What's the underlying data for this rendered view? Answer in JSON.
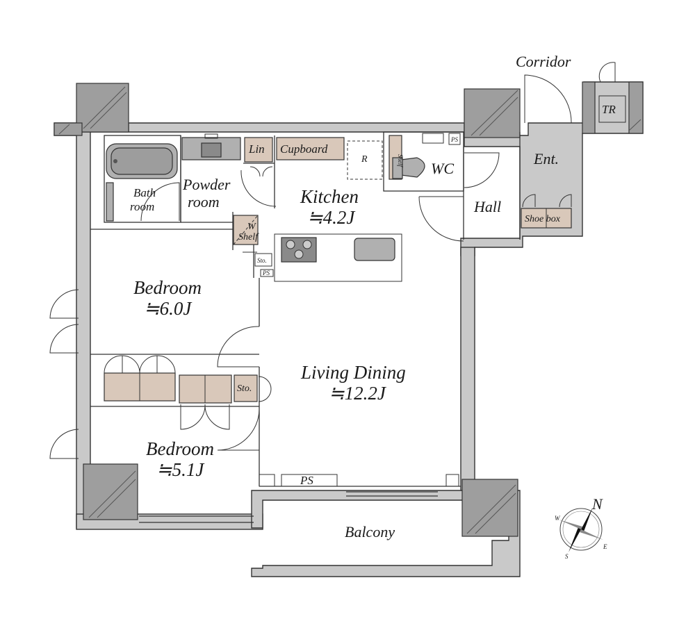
{
  "rooms": {
    "corridor": "Corridor",
    "tr": "TR",
    "ent": "Ent.",
    "hall": "Hall",
    "wc": "WC",
    "kitchen": "Kitchen",
    "kitchen_size": "≒4.2J",
    "r": "R",
    "cupboard": "Cupboard",
    "lin": "Lin",
    "shelf_wc": "Shelf",
    "bath_line1": "Bath",
    "bath_line2": "room",
    "powder_line1": "Powder",
    "powder_line2": "room",
    "w_shelf_w": "W",
    "w_shelf_shelf": "Shelf",
    "sto_kitchen": "Sto.",
    "ps_small": "PS",
    "ps_kitchen": "PS",
    "bedroom1": "Bedroom",
    "bedroom1_size": "≒6.0J",
    "bedroom2": "Bedroom",
    "bedroom2_size": "≒5.1J",
    "sto_bed": "Sto.",
    "living": "Living Dining",
    "living_size": "≒12.2J",
    "ps_living": "PS",
    "balcony": "Balcony",
    "shoe": "Shoe box"
  },
  "compass": {
    "n": "N",
    "w": "W",
    "e": "E",
    "s": "S"
  },
  "colors": {
    "wall": "#c9c9c9",
    "column": "#9e9e9e",
    "storage": "#d9c8ba",
    "appliance": "#8a8a8a"
  }
}
